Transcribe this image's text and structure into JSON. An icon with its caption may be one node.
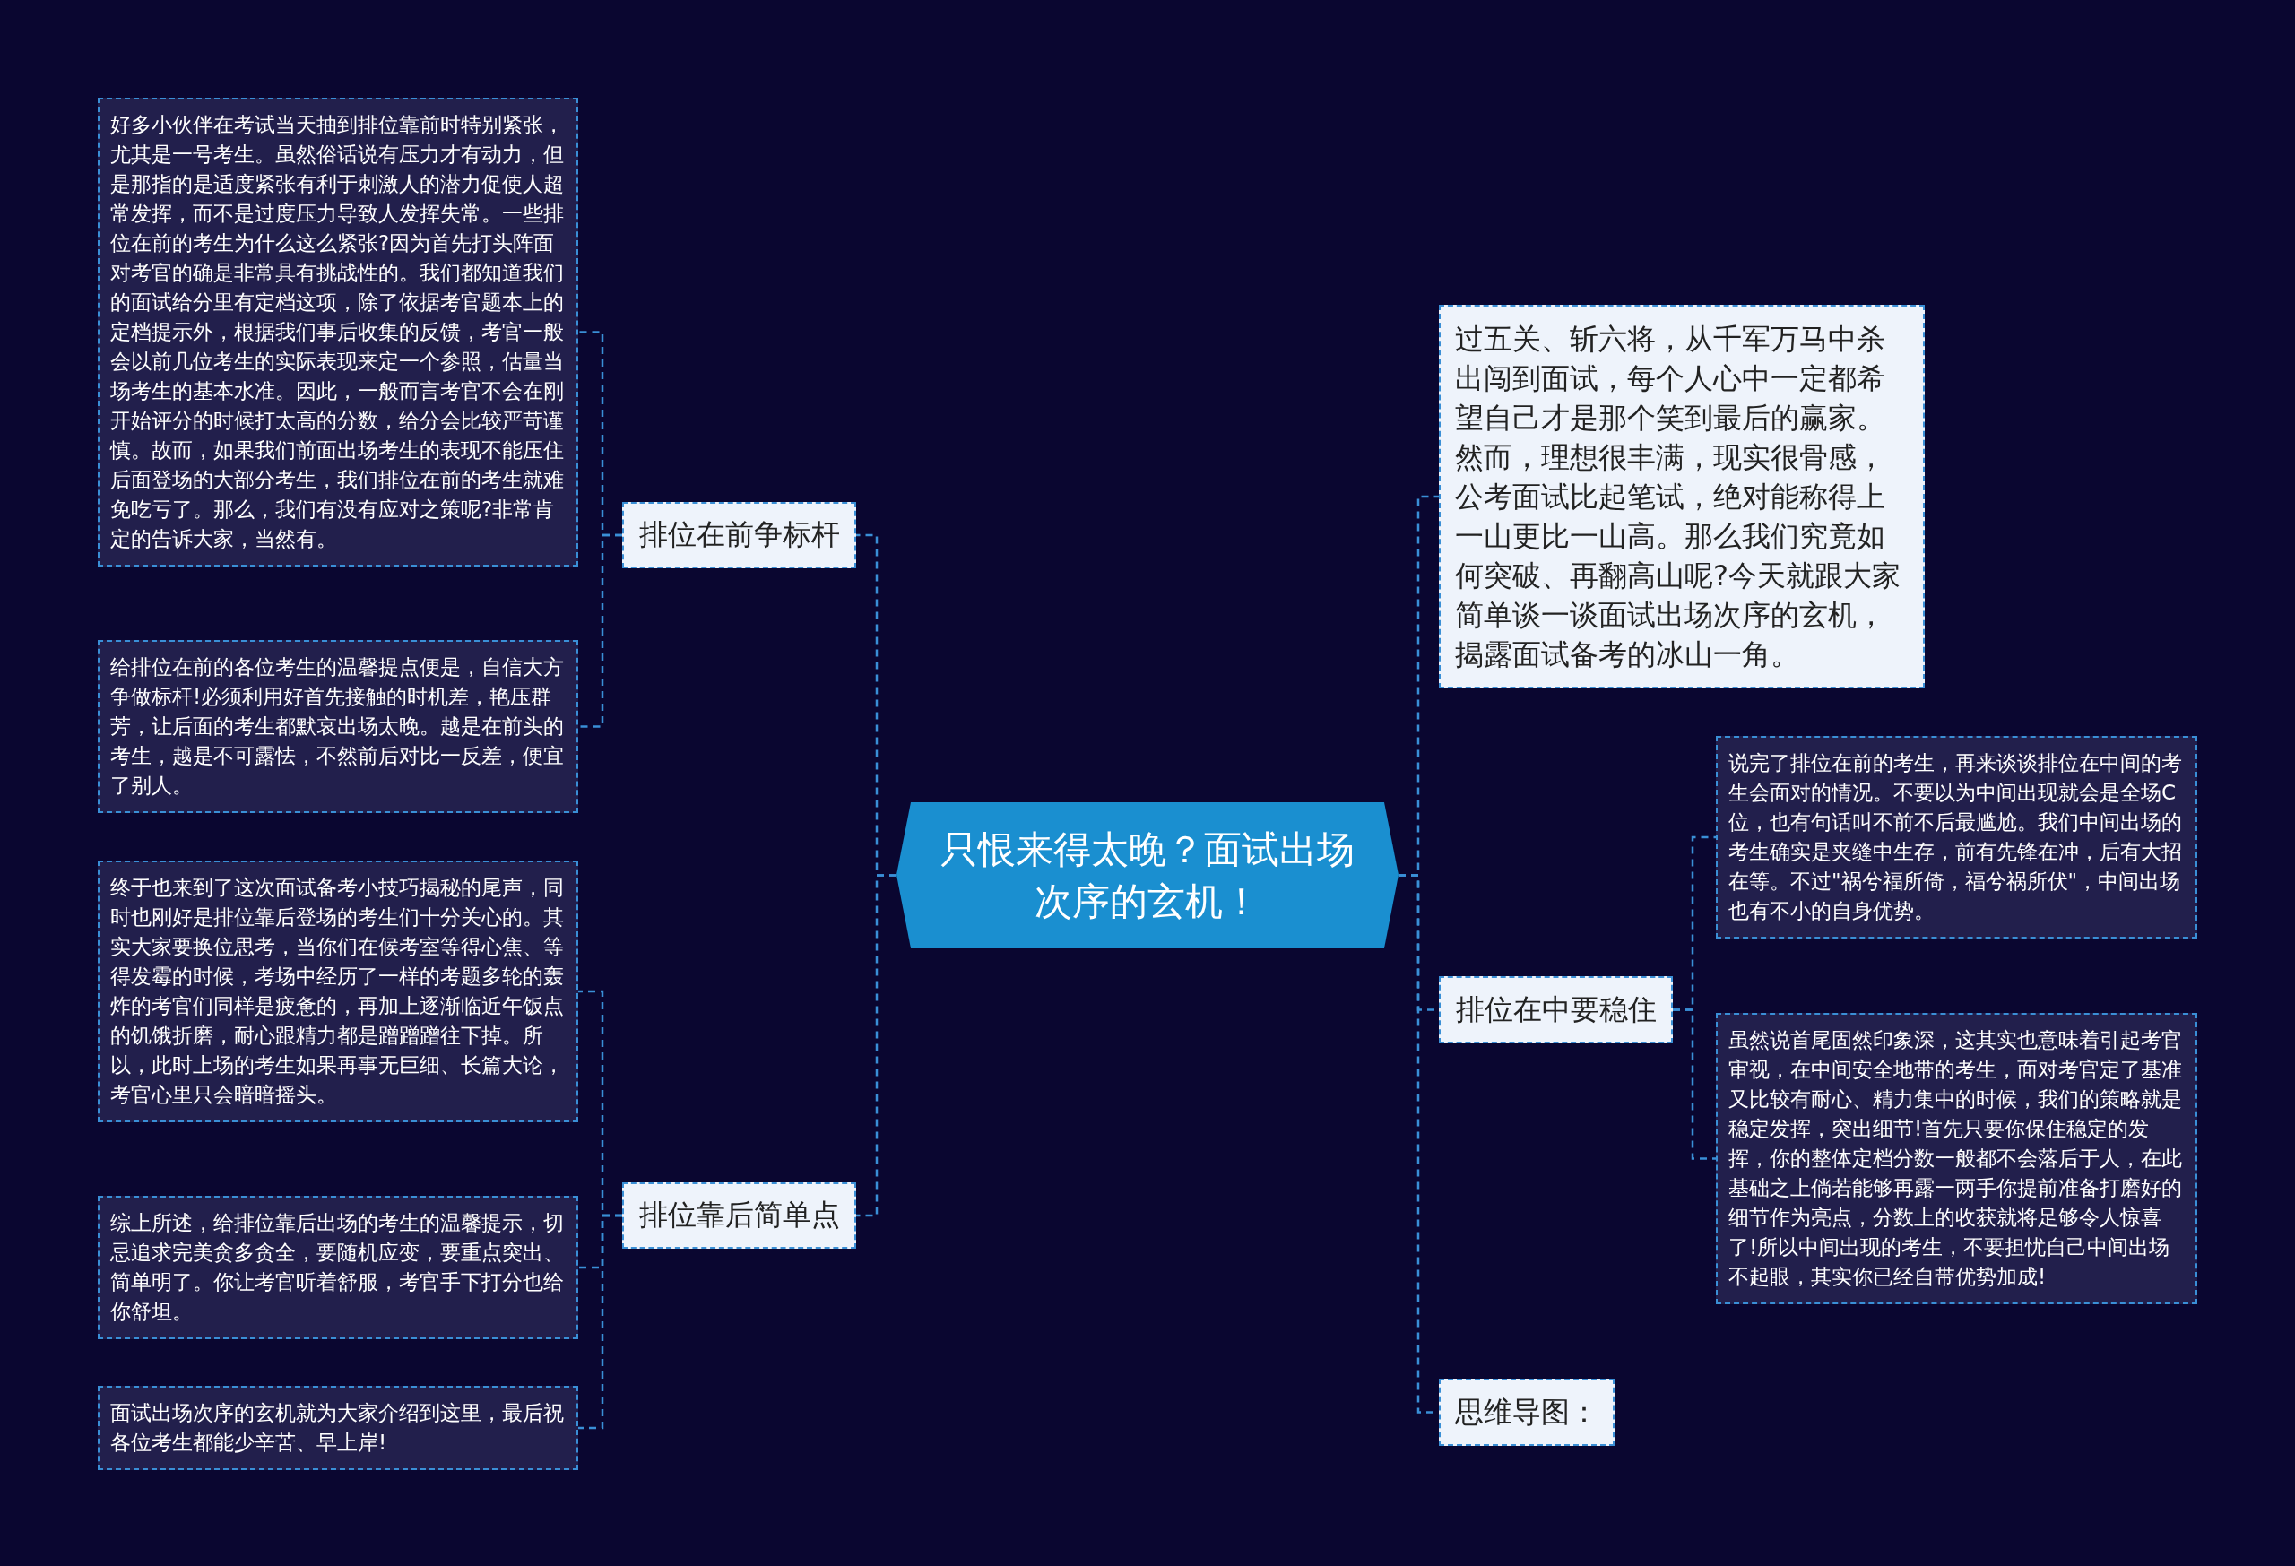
{
  "diagram": {
    "nodes": [
      {
        "text": [
          "只恨来得太晚？面试出场次序的玄机！"
        ]
      },
      {
        "text": [
          "排位在前争标杆"
        ]
      },
      {
        "text": [
          "好多小伙伴在考试当天抽到排位靠前时特别紧张，尤其是一号考生。虽然俗话说有压力才有动力，但是那指的是适度紧张有利于刺激人的潜力促使人超常发挥，而不是过度压力导致人发挥失常。一些排位在前的考生为什么这么紧张?因为首先打头阵面对考官的确是非常具有挑战性的。我们都知道我们的面试给分里有定档这项，除了依据考官题本上的定档提示外，根据我们事后收集的反馈，考官一般会以前几位考生的实际表现来定一个参照，估量当场考生的基本水准。因此，一般而言考官不会在刚开始评分的时候打太高的分数，给分会比较严苛谨慎。故而，如果我们前面出场考生的表现不能压住后面登场的大部分考生，我们排位在前的考生就难免吃亏了。那么，我们有没有应对之策呢?非常肯定的告诉大家，当然有。"
        ]
      },
      {
        "text": [
          "给排位在前的各位考生的温馨提点便是，自信大方争做标杆!必须利用好首先接触的时机差，艳压群芳，让后面的考生都默哀出场太晚。越是在前头的考生，越是不可露怯，不然前后对比一反差，便宜了别人。"
        ]
      },
      {
        "text": [
          "排位靠后简单点"
        ]
      },
      {
        "text": [
          "终于也来到了这次面试备考小技巧揭秘的尾声，同时也刚好是排位靠后登场的考生们十分关心的。其实大家要换位思考，当你们在候考室等得心焦、等得发霉的时候，考场中经历了一样的考题多轮的轰炸的考官们同样是疲惫的，再加上逐渐临近午饭点的饥饿折磨，耐心跟精力都是蹭蹭蹭往下掉。所以，此时上场的考生如果再事无巨细、长篇大论，考官心里只会暗暗摇头。"
        ]
      },
      {
        "text": [
          "综上所述，给排位靠后出场的考生的温馨提示，切忌追求完美贪多贪全，要随机应变，要重点突出、简单明了。你让考官听着舒服，考官手下打分也给你舒坦。"
        ]
      },
      {
        "text": [
          "面试出场次序的玄机就为大家介绍到这里，最后祝各位考生都能少辛苦、早上岸!"
        ]
      },
      {
        "text": [
          "过五关、斩六将，从千军万马中杀出闯到面试，每个人心中一定都希望自己才是那个笑到最后的赢家。然而，理想很丰满，现实很骨感，公考面试比起笔试，绝对能称得上一山更比一山高。那么我们究竟如何突破、再翻高山呢?今天就跟大家简单谈一谈面试出场次序的玄机，揭露面试备考的冰山一角。"
        ]
      },
      {
        "text": [
          "排位在中要稳住"
        ]
      },
      {
        "text": [
          "说完了排位在前的考生，再来谈谈排位在中间的考生会面对的情况。不要以为中间出现就会是全场C位，也有句话叫不前不后最尴尬。我们中间出场的考生确实是夹缝中生存，前有先锋在冲，后有大招在等。不过\"祸兮福所倚，福兮祸所伏\"，中间出场也有不小的自身优势。"
        ]
      },
      {
        "text": [
          "虽然说首尾固然印象深，这其实也意味着引起考官审视，在中间安全地带的考生，面对考官定了基准又比较有耐心、精力集中的时候，我们的策略就是稳定发挥，突出细节!首先只要你保住稳定的发挥，你的整体定档分数一般都不会落后于人，在此基础之上倘若能够再露一两手你提前准备打磨好的细节作为亮点，分数上的收获就将足够令人惊喜了!所以中间出现的考生，不要担忧自己中间出场不起眼，其实你已经自带优势加成!"
        ]
      },
      {
        "text": [
          "思维导图："
        ]
      }
    ],
    "edges": [
      {
        "from": 0,
        "to": 1,
        "arrow": "none",
        "style": "dashed"
      },
      {
        "from": 1,
        "to": 2,
        "arrow": "none",
        "style": "dashed"
      },
      {
        "from": 1,
        "to": 3,
        "arrow": "none",
        "style": "dashed"
      },
      {
        "from": 0,
        "to": 4,
        "arrow": "none",
        "style": "dashed"
      },
      {
        "from": 4,
        "to": 5,
        "arrow": "none",
        "style": "dashed"
      },
      {
        "from": 4,
        "to": 6,
        "arrow": "none",
        "style": "dashed"
      },
      {
        "from": 4,
        "to": 7,
        "arrow": "none",
        "style": "dashed"
      },
      {
        "from": 0,
        "to": 8,
        "arrow": "none",
        "style": "dashed"
      },
      {
        "from": 0,
        "to": 9,
        "arrow": "none",
        "style": "dashed"
      },
      {
        "from": 9,
        "to": 10,
        "arrow": "none",
        "style": "dashed"
      },
      {
        "from": 9,
        "to": 11,
        "arrow": "none",
        "style": "dashed"
      },
      {
        "from": 0,
        "to": 12,
        "arrow": "none",
        "style": "dashed"
      }
    ]
  }
}
